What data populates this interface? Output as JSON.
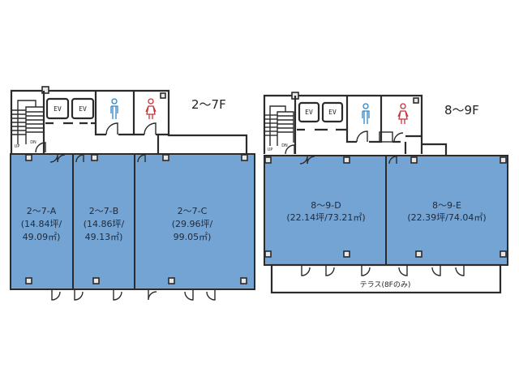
{
  "plans": [
    {
      "floor_label": "2〜7F",
      "core": {
        "elevators": [
          "EV",
          "EV"
        ],
        "stairs": {
          "up": "UP",
          "down": "DN"
        },
        "restrooms": [
          "male-restroom",
          "female-restroom"
        ]
      },
      "units": [
        {
          "id": "2〜7-A",
          "tsubo": "(14.84坪/",
          "sqm": "49.09㎡)"
        },
        {
          "id": "2〜7-B",
          "tsubo": "(14.86坪/",
          "sqm": "49.13㎡)"
        },
        {
          "id": "2〜7-C",
          "tsubo": "(29.96坪/",
          "sqm": "99.05㎡)"
        }
      ]
    },
    {
      "floor_label": "8〜9F",
      "core": {
        "elevators": [
          "EV",
          "EV"
        ],
        "stairs": {
          "up": "UP",
          "down": "DN"
        },
        "restrooms": [
          "male-restroom",
          "female-restroom"
        ]
      },
      "units": [
        {
          "id": "8〜9-D",
          "area": "(22.14坪/73.21㎡)"
        },
        {
          "id": "8〜9-E",
          "area": "(22.39坪/74.04㎡)"
        }
      ],
      "terrace": "テラス(8Fのみ)"
    }
  ],
  "colors": {
    "unit_fill": "#74a4d4",
    "wall": "#2b2b2b",
    "male_icon": "#2e86c8",
    "female_icon": "#c8343c"
  }
}
